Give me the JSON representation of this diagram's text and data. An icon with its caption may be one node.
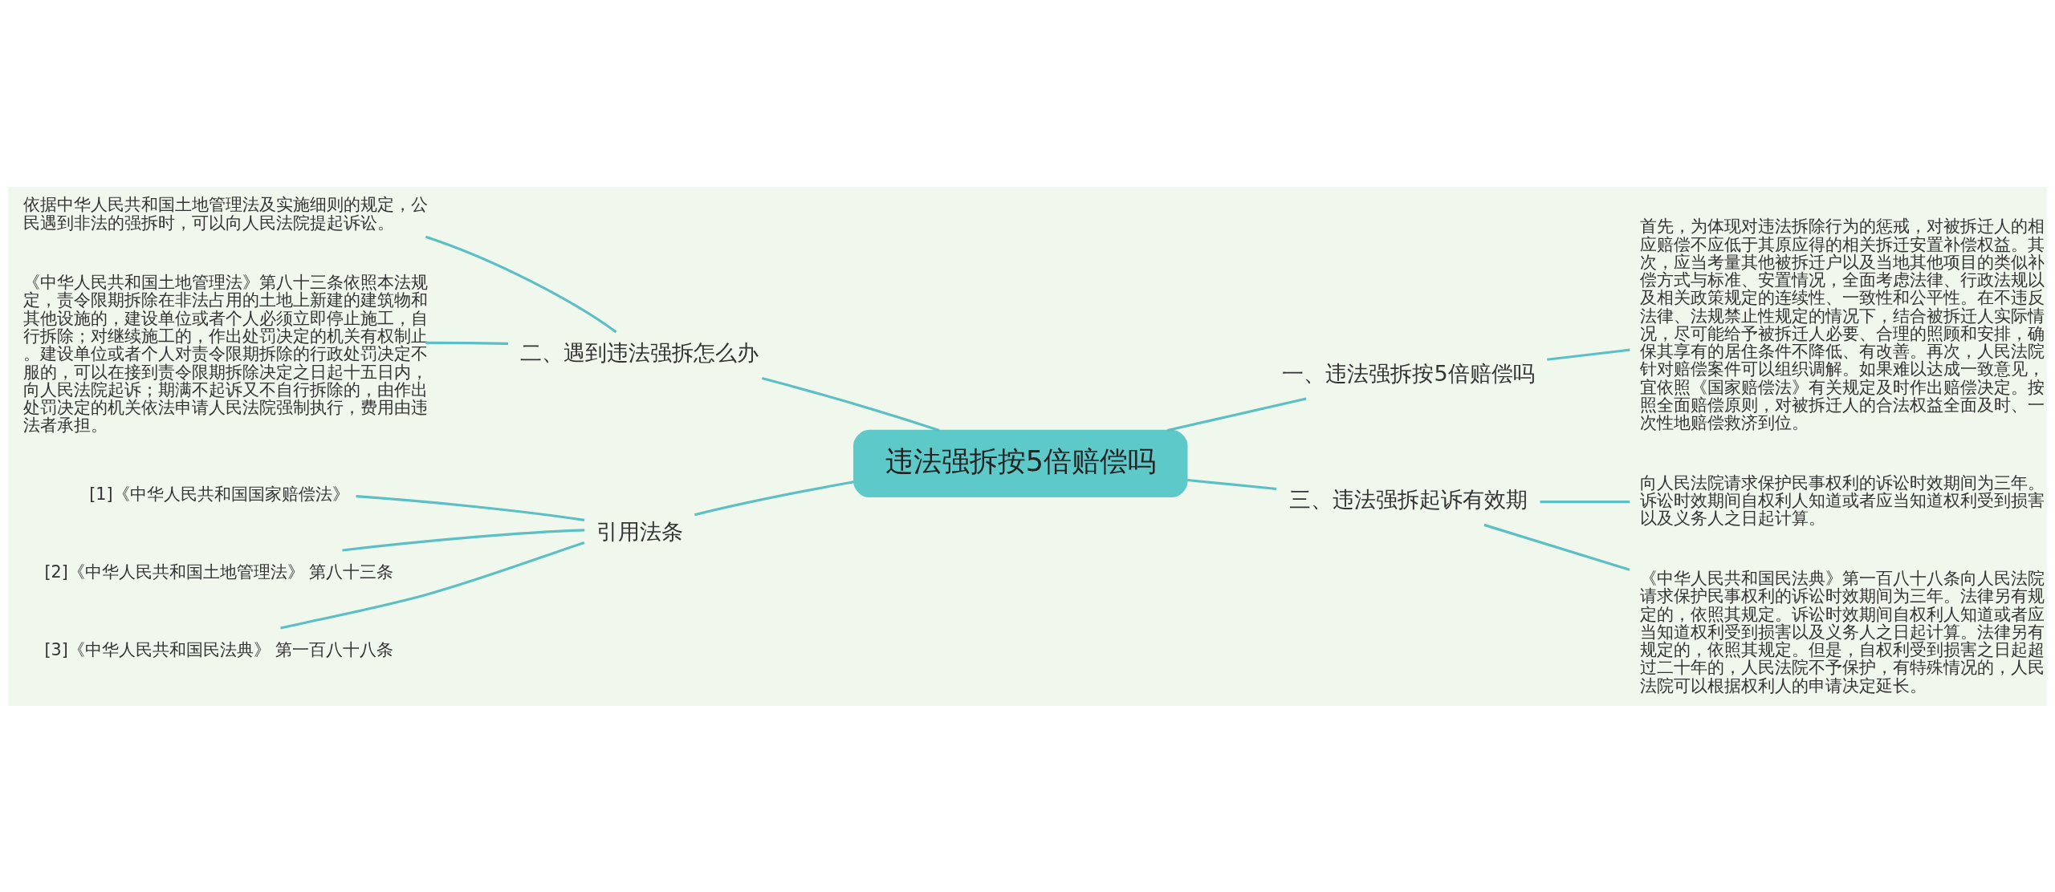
{
  "diagram": {
    "nodes": [
      {
        "text": [
          "违法强拆按5倍赔偿吗"
        ]
      },
      {
        "text": [
          "二、遇到违法强拆怎么办"
        ]
      },
      {
        "text": [
          "依据中华人民共和国土地管理法及实施细则的规定，公民遇到非法的强拆时，可以向人民法院提起诉讼。"
        ]
      },
      {
        "text": [
          "《中华人民共和国土地管理法》第八十三条依照本法规定，责令限期拆除在非法占用的土地上新建的建筑物和其他设施的，建设单位或者个人必须立即停止施工，自行拆除；对继续施工的，作出处罚决定的机关有权制止。建设单位或者个人对责令限期拆除的行政处罚决定不服的，可以在接到责令限期拆除决定之日起十五日内，向人民法院起诉；期满不起诉又不自行拆除的，由作出处罚决定的机关依法申请人民法院强制执行，费用由违法者承担。"
        ]
      },
      {
        "text": [
          "引用法条"
        ]
      },
      {
        "text": [
          "[1]《中华人民共和国国家赔偿法》"
        ]
      },
      {
        "text": [
          "[2]《中华人民共和国土地管理法》 第八十三条"
        ]
      },
      {
        "text": [
          "[3]《中华人民共和国民法典》 第一百八十八条"
        ]
      },
      {
        "text": [
          "一、违法强拆按5倍赔偿吗"
        ]
      },
      {
        "text": [
          "首先，为体现对违法拆除行为的惩戒，对被拆迁人的相应赔偿不应低于其原应得的相关拆迁安置补偿权益。其次，应当考量其他被拆迁户以及当地其他项目的类似补偿方式与标准、安置情况，全面考虑法律、行政法规以及相关政策规定的连续性、一致性和公平性。在不违反法律、法规禁止性规定的情况下，结合被拆迁人实际情况，尽可能给予被拆迁人必要、合理的照顾和安排，确保其享有的居住条件不降低、有改善。再次，人民法院针对赔偿案件可以组织调解。如果难以达成一致意见，宜依照《国家赔偿法》有关规定及时作出赔偿决定。按照全面赔偿原则，对被拆迁人的合法权益全面及时、一次性地赔偿救济到位。"
        ]
      },
      {
        "text": [
          "三、违法强拆起诉有效期"
        ]
      },
      {
        "text": [
          "向人民法院请求保护民事权利的诉讼时效期间为三年。诉讼时效期间自权利人知道或者应当知道权利受到损害以及义务人之日起计算。"
        ]
      },
      {
        "text": [
          "《中华人民共和国民法典》第一百八十八条向人民法院请求保护民事权利的诉讼时效期间为三年。法律另有规定的，依照其规定。诉讼时效期间自权利人知道或者应当知道权利受到损害以及义务人之日起计算。法律另有规定的，依照其规定。但是，自权利受到损害之日起超过二十年的，人民法院不予保护，有特殊情况的，人民法院可以根据权利人的申请决定延长。"
        ]
      }
    ],
    "edges": [
      {
        "from": 0,
        "to": 1,
        "arrow": "none"
      },
      {
        "from": 1,
        "to": 2,
        "arrow": "none"
      },
      {
        "from": 1,
        "to": 3,
        "arrow": "none"
      },
      {
        "from": 0,
        "to": 4,
        "arrow": "none"
      },
      {
        "from": 4,
        "to": 5,
        "arrow": "none"
      },
      {
        "from": 4,
        "to": 6,
        "arrow": "none"
      },
      {
        "from": 4,
        "to": 7,
        "arrow": "none"
      },
      {
        "from": 0,
        "to": 8,
        "arrow": "none"
      },
      {
        "from": 8,
        "to": 9,
        "arrow": "none"
      },
      {
        "from": 0,
        "to": 10,
        "arrow": "none"
      },
      {
        "from": 10,
        "to": 11,
        "arrow": "none"
      },
      {
        "from": 10,
        "to": 12,
        "arrow": "none"
      }
    ]
  }
}
